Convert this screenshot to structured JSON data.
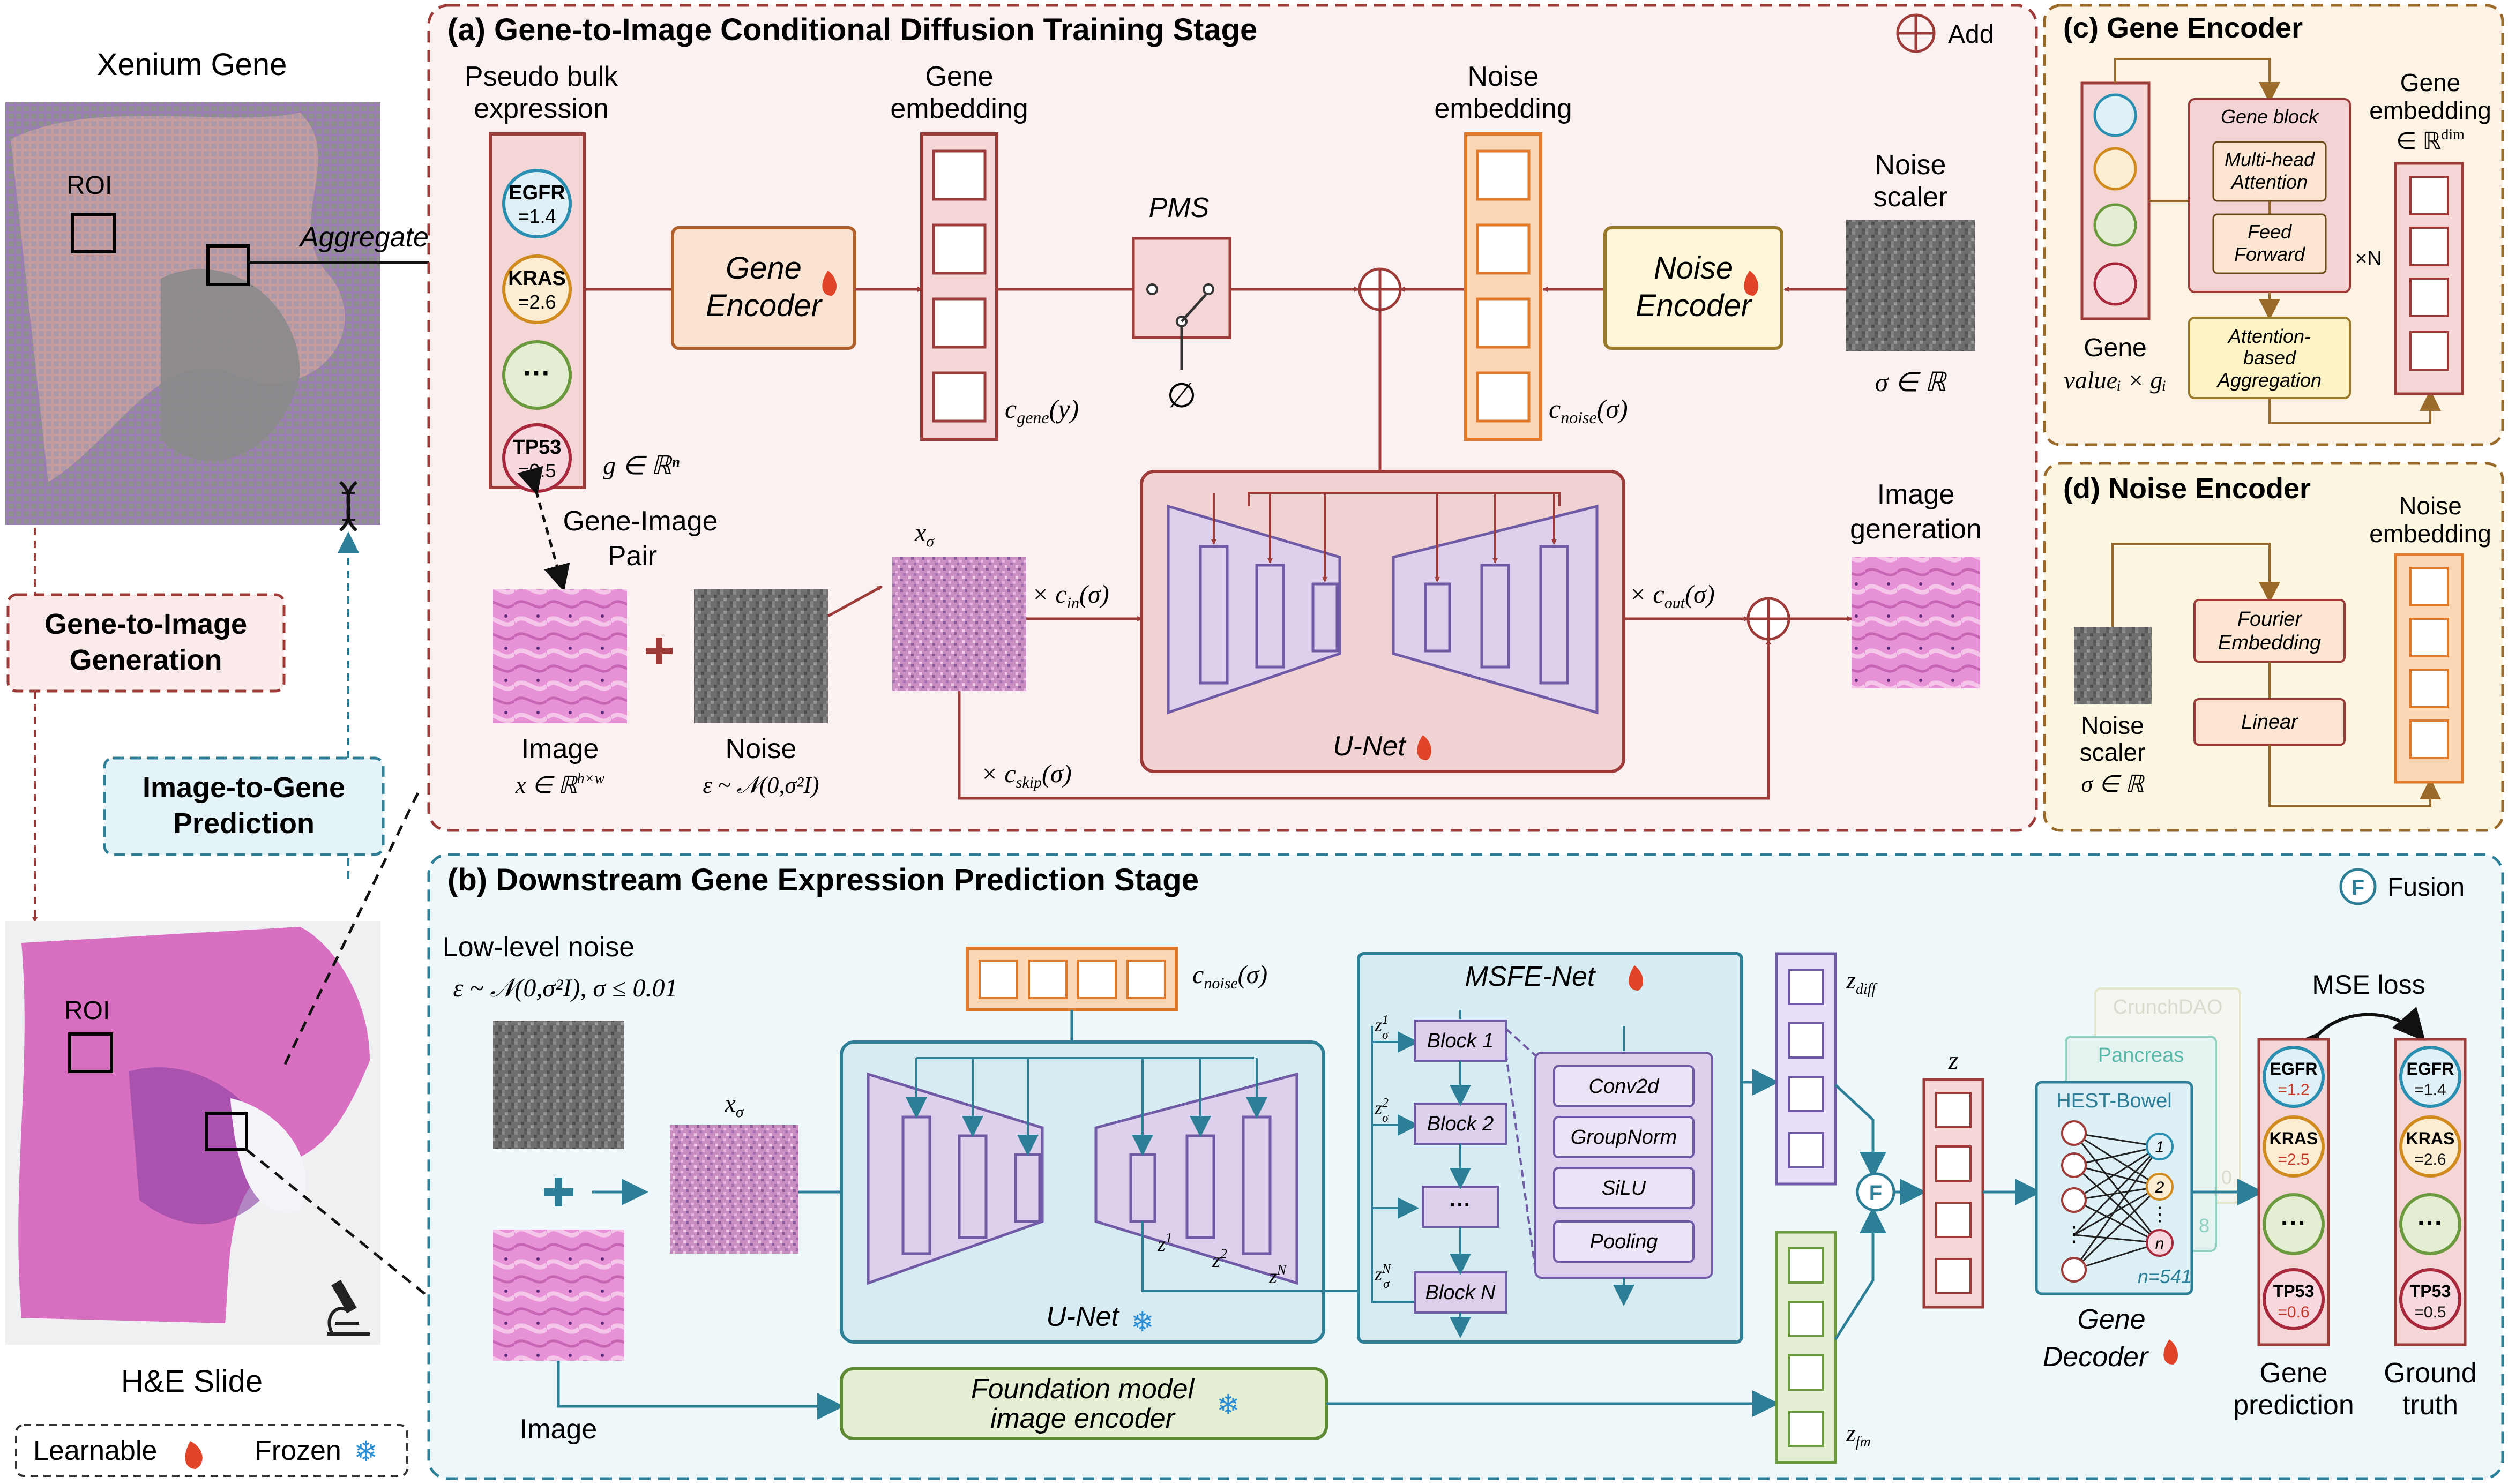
{
  "left": {
    "xenium_title": "Xenium Gene",
    "roi_top": "ROI",
    "aggregate": "Aggregate",
    "g2i_line1": "Gene-to-Image",
    "g2i_line2": "Generation",
    "i2g_line1": "Image-to-Gene",
    "i2g_line2": "Prediction",
    "roi_bottom": "ROI",
    "he_title": "H&E Slide",
    "learnable": "Learnable",
    "frozen": "Frozen"
  },
  "panel_a": {
    "title": "(a) Gene-to-Image Conditional Diffusion Training Stage",
    "add_legend": "Add",
    "pseudo_bulk_1": "Pseudo bulk",
    "pseudo_bulk_2": "expression",
    "genes": [
      {
        "name": "EGFR",
        "value": "=1.4",
        "color": "#2a8fb0",
        "fill": "#dff0f6"
      },
      {
        "name": "KRAS",
        "value": "=2.6",
        "color": "#d08a1e",
        "fill": "#fbecd2"
      },
      {
        "name": "···",
        "value": "",
        "color": "#6b9a3e",
        "fill": "#e3eed2"
      },
      {
        "name": "TP53",
        "value": "=0.5",
        "color": "#a8283c",
        "fill": "#f7d8df"
      }
    ],
    "g_label": "g ∈ ℝⁿ",
    "gene_encoder_1": "Gene",
    "gene_encoder_2": "Encoder",
    "gene_embedding_1": "Gene",
    "gene_embedding_2": "embedding",
    "c_gene": "c",
    "c_gene_sub": "gene",
    "c_gene_arg": "(y)",
    "pms": "PMS",
    "null_sym": "∅",
    "noise_embedding_1": "Noise",
    "noise_embedding_2": "embedding",
    "c_noise": "c",
    "c_noise_sub": "noise",
    "c_noise_arg": "(σ)",
    "noise_encoder_1": "Noise",
    "noise_encoder_2": "Encoder",
    "noise_scaler_1": "Noise",
    "noise_scaler_2": "scaler",
    "sigma_label": "σ ∈ ℝ",
    "pair_1": "Gene-Image",
    "pair_2": "Pair",
    "image_label": "Image",
    "x_label": "x ∈ ℝ",
    "x_sup": "h×w",
    "noise_label": "Noise",
    "eps_label": "ε ~ 𝒩(0,σ²I)",
    "x_sigma": "x",
    "x_sigma_sub": "σ",
    "c_in": "× c",
    "c_in_sub": "in",
    "c_in_arg": "(σ)",
    "c_out": "× c",
    "c_out_sub": "out",
    "c_out_arg": "(σ)",
    "c_skip": "× c",
    "c_skip_sub": "skip",
    "c_skip_arg": "(σ)",
    "unet": "U-Net",
    "image_gen_1": "Image",
    "image_gen_2": "generation"
  },
  "panel_c": {
    "title": "(c) Gene Encoder",
    "gene_block": "Gene block",
    "mha_1": "Multi-head",
    "mha_2": "Attention",
    "ff_1": "Feed",
    "ff_2": "Forward",
    "xn": "×N",
    "agg_1": "Attention-",
    "agg_2": "based",
    "agg_3": "Aggregation",
    "gene_1": "Gene",
    "gene_2": "valueᵢ × gᵢ",
    "emb_1": "Gene",
    "emb_2": "embedding",
    "emb_3": "∈ ℝ",
    "emb_sup": "dim"
  },
  "panel_d": {
    "title": "(d) Noise Encoder",
    "fourier_1": "Fourier",
    "fourier_2": "Embedding",
    "linear": "Linear",
    "ns_1": "Noise",
    "ns_2": "scaler",
    "ns_3": "σ ∈ ℝ",
    "emb_1": "Noise",
    "emb_2": "embedding"
  },
  "panel_b": {
    "title": "(b) Downstream Gene Expression Prediction Stage",
    "fusion_legend": "Fusion",
    "low_noise": "Low-level noise",
    "low_noise_eq": "ε ~ 𝒩(0,σ²I), σ ≤ 0.01",
    "c_noise": "c",
    "c_noise_sub": "noise",
    "c_noise_arg": "(σ)",
    "x_sigma": "x",
    "x_sigma_sub": "σ",
    "unet": "U-Net",
    "image": "Image",
    "msfe": "MSFE-Net",
    "blocks": [
      "Block 1",
      "Block 2",
      "···",
      "Block N"
    ],
    "z_labels": [
      "z",
      "z",
      "z"
    ],
    "z_sups": [
      "1",
      "2",
      "N"
    ],
    "layers": [
      "Conv2d",
      "GroupNorm",
      "SiLU",
      "Pooling"
    ],
    "fm_1": "Foundation model",
    "fm_2": "image encoder",
    "z_diff": "z",
    "z_diff_sub": "diff",
    "z_fm": "z",
    "z_fm_sub": "fm",
    "z": "z",
    "fusion_sym": "F",
    "crunch": "CrunchDAO",
    "pancreas": "Pancreas",
    "hest": "HEST-Bowel",
    "n541": "n=541",
    "stack_digits": [
      "0",
      "8"
    ],
    "outs": [
      "1",
      "2",
      "n"
    ],
    "decoder_1": "Gene",
    "decoder_2": "Decoder",
    "mse": "MSE loss",
    "pred_genes": [
      {
        "name": "EGFR",
        "value": "=1.2"
      },
      {
        "name": "KRAS",
        "value": "=2.5"
      },
      {
        "name": "···",
        "value": ""
      },
      {
        "name": "TP53",
        "value": "=0.6"
      }
    ],
    "gt_genes": [
      {
        "name": "EGFR",
        "value": "=1.4"
      },
      {
        "name": "KRAS",
        "value": "=2.6"
      },
      {
        "name": "···",
        "value": ""
      },
      {
        "name": "TP53",
        "value": "=0.5"
      }
    ],
    "pred_1": "Gene",
    "pred_2": "prediction",
    "gt_1": "Ground",
    "gt_2": "truth"
  },
  "colors": {
    "red": "#9c3b38",
    "teal": "#2d7f97",
    "brown": "#9a6a2a",
    "orange": "#e07a2a",
    "purple": "#6f5aa6",
    "he_pink": "#d86fc0"
  }
}
